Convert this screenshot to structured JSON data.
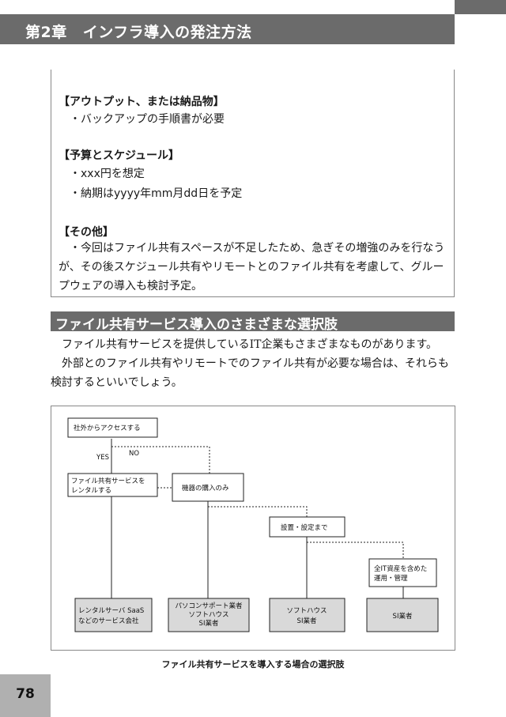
{
  "header": {
    "chapter_label": "第2章",
    "chapter_title": "インフラ導入の発注方法"
  },
  "box": {
    "output_heading": "【アウトプット、または納品物】",
    "output_item": "・バックアップの手順書が必要",
    "budget_heading": "【予算とスケジュール】",
    "budget_items": [
      "・xxx円を想定",
      "・納期はyyyy年mm月dd日を予定"
    ],
    "other_heading": "【その他】",
    "other_text": "・今回はファイル共有スペースが不足したため、急ぎその増強のみを行なうが、その後スケジュール共有やリモートとのファイル共有を考慮して、グループウェアの導入も検討予定。"
  },
  "section": {
    "title": "ファイル共有サービス導入のさまざまな選択肢",
    "paragraph1": "ファイル共有サービスを提供しているIT企業もさまざまなものがあります。",
    "paragraph2": "外部とのファイル共有やリモートでのファイル共有が必要な場合は、それらも検討するといいでしょう。"
  },
  "diagram": {
    "node_start": "社外からアクセスする",
    "yes": "YES",
    "no": "NO",
    "node_rental": [
      "ファイル共有サービスを",
      "レンタルする"
    ],
    "node_equipment": "機器の購入のみ",
    "node_setup": "設置・設定まで",
    "node_all": [
      "全IT資産を含めた",
      "運用・管理"
    ],
    "result_1": [
      "レンタルサーバ SaaS",
      "などのサービス会社"
    ],
    "result_2": [
      "パソコンサポート業者",
      "ソフトハウス",
      "SI業者"
    ],
    "result_3": [
      "ソフトハウス",
      "SI業者"
    ],
    "result_4": "SI業者",
    "caption": "ファイル共有サービスを導入する場合の選択肢"
  },
  "page_number": "78"
}
